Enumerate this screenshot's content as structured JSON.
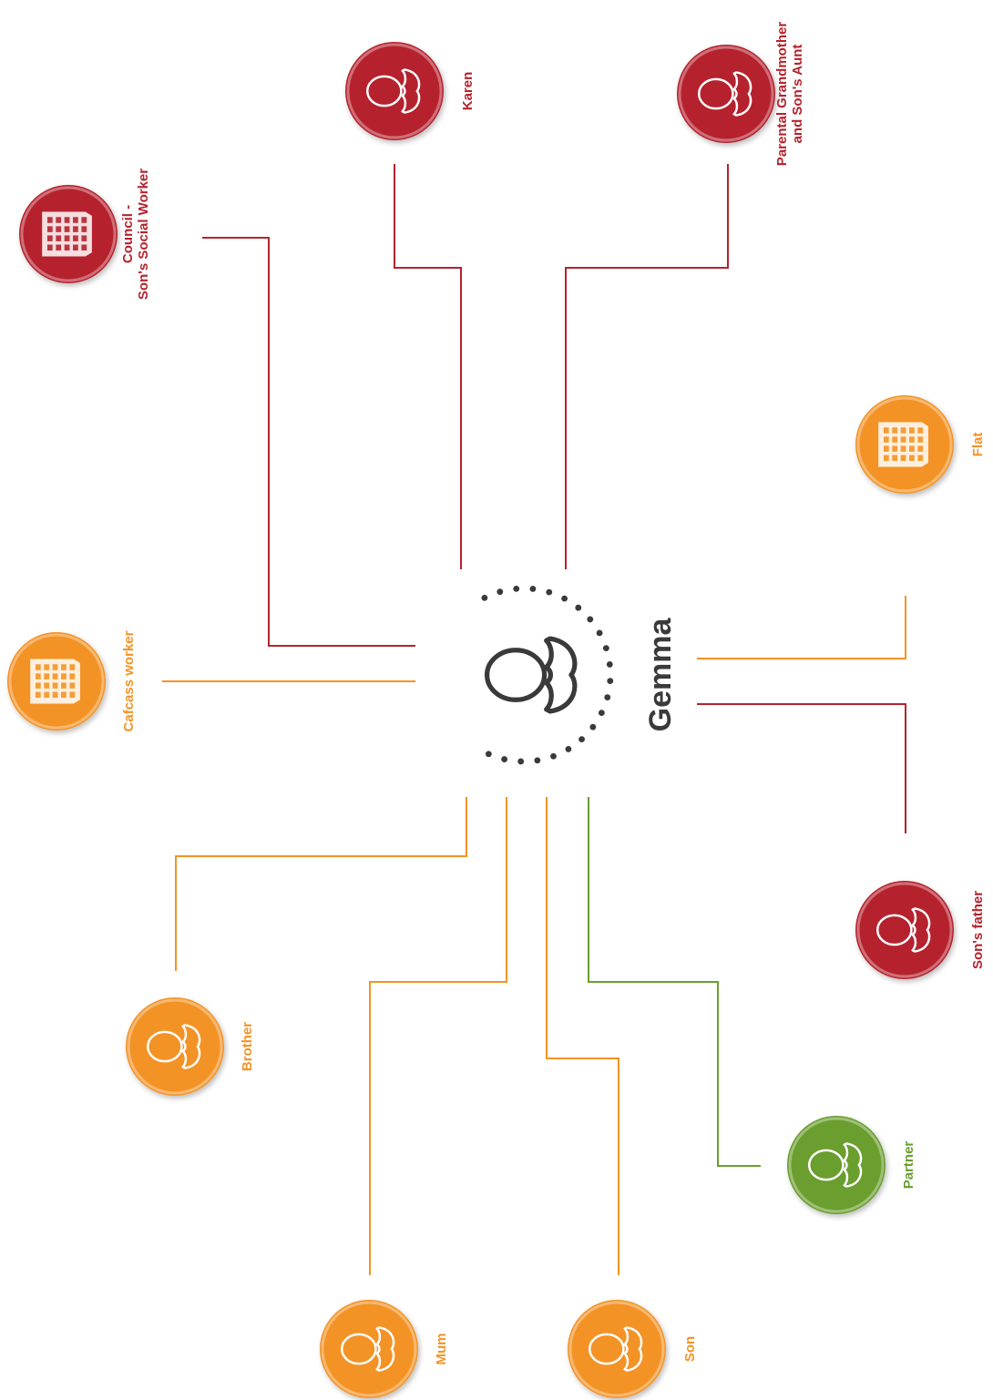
{
  "center": {
    "name": "Gemma",
    "icon": "person-icon",
    "color": "#3a3a3a"
  },
  "colors": {
    "red": "#b5232d",
    "orange": "#f39325",
    "green": "#6a9e2f"
  },
  "nodes": [
    {
      "id": "council",
      "label_lines": [
        "Council -",
        "Son's Social Worker"
      ],
      "icon": "building-icon",
      "color": "red"
    },
    {
      "id": "karen",
      "label_lines": [
        "Karen"
      ],
      "icon": "person-icon",
      "color": "red"
    },
    {
      "id": "grandmother",
      "label_lines": [
        "Parental Grandmother",
        "and Son's Aunt"
      ],
      "icon": "person-icon",
      "color": "red"
    },
    {
      "id": "flat",
      "label_lines": [
        "Flat"
      ],
      "icon": "building-icon",
      "color": "orange"
    },
    {
      "id": "cafcass",
      "label_lines": [
        "Cafcass worker"
      ],
      "icon": "building-icon",
      "color": "orange"
    },
    {
      "id": "sons-father",
      "label_lines": [
        "Son's father"
      ],
      "icon": "person-icon",
      "color": "red"
    },
    {
      "id": "brother",
      "label_lines": [
        "Brother"
      ],
      "icon": "person-icon",
      "color": "orange"
    },
    {
      "id": "partner",
      "label_lines": [
        "Partner"
      ],
      "icon": "person-icon",
      "color": "green"
    },
    {
      "id": "mum",
      "label_lines": [
        "Mum"
      ],
      "icon": "person-icon",
      "color": "orange"
    },
    {
      "id": "son",
      "label_lines": [
        "Son"
      ],
      "icon": "person-icon",
      "color": "orange"
    }
  ]
}
